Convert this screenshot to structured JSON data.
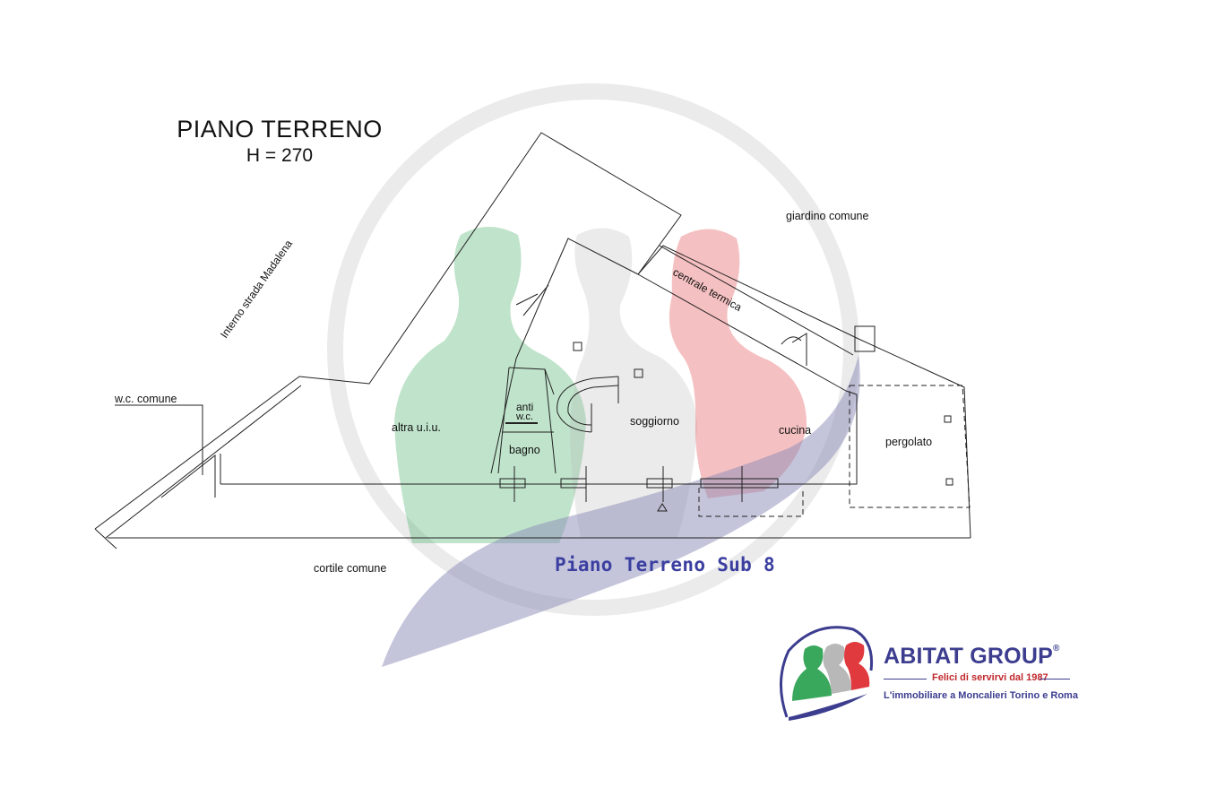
{
  "plan": {
    "title": "PIANO TERRENO",
    "height_label": "H = 270",
    "caption": "Piano  Terreno  Sub  8"
  },
  "labels": {
    "street": "Interno strada Madalena",
    "garden": "giardino comune",
    "wc_common": "w.c. comune",
    "other_unit": "altra u.i.u.",
    "anti": "anti",
    "wc": "w.c.",
    "bathroom": "bagno",
    "living": "soggiorno",
    "boiler": "centrale termica",
    "kitchen": "cucina",
    "pergola": "pergolato",
    "courtyard": "cortile comune"
  },
  "logo": {
    "name": "ABITAT GROUP",
    "registered": "®",
    "tagline": "Felici di servirvi dal 1987",
    "subline": "L'immobiliare a Moncalieri Torino e Roma"
  },
  "colors": {
    "green": "#3aa85c",
    "grey": "#b8b8b8",
    "red": "#e03a3e",
    "brand_blue": "#3c3d8f",
    "swoosh": "#8a8cb8"
  }
}
